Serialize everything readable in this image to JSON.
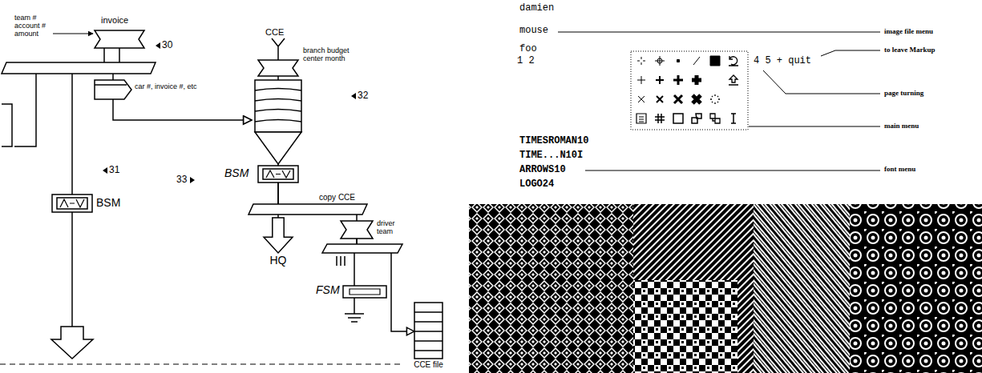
{
  "diagram": {
    "nodes": [
      {
        "text": [
          "invoice"
        ]
      },
      {
        "text": [
          "car #, invoice #, etc"
        ]
      },
      {
        "text": [
          "BSM"
        ]
      },
      {
        "text": [
          "branch budget center month"
        ]
      },
      {
        "text": [
          "BSM"
        ]
      },
      {
        "text": [
          "HQ"
        ]
      },
      {
        "text": [
          "driver team"
        ]
      },
      {
        "text": [
          "FSM"
        ]
      },
      {
        "text": [
          "CCE file"
        ]
      }
    ],
    "edges": [
      {
        "from": 0,
        "to": 1,
        "arrow": "none"
      },
      {
        "from": 0,
        "to": 2,
        "arrow": "none"
      },
      {
        "from": 3,
        "to": 4,
        "arrow": "none"
      },
      {
        "from": 4,
        "to": 5,
        "arrow": "none"
      },
      {
        "from": 4,
        "to": 6,
        "arrow": "none"
      },
      {
        "from": 6,
        "to": 7,
        "arrow": "none"
      },
      {
        "from": 6,
        "to": 8,
        "arrow": "to"
      }
    ],
    "labels": [
      "team # account # amount",
      "30",
      "31",
      "32",
      "33",
      "CCE",
      "copy CCE",
      "damien",
      "mouse",
      "foo",
      "image file menu",
      "to leave Markup",
      "1 2",
      "4 5 + quit",
      "page turning",
      "main menu",
      "TIMESROMAN10",
      "TIME...N10I",
      "ARROWS10",
      "LOGO24",
      "font menu"
    ]
  }
}
